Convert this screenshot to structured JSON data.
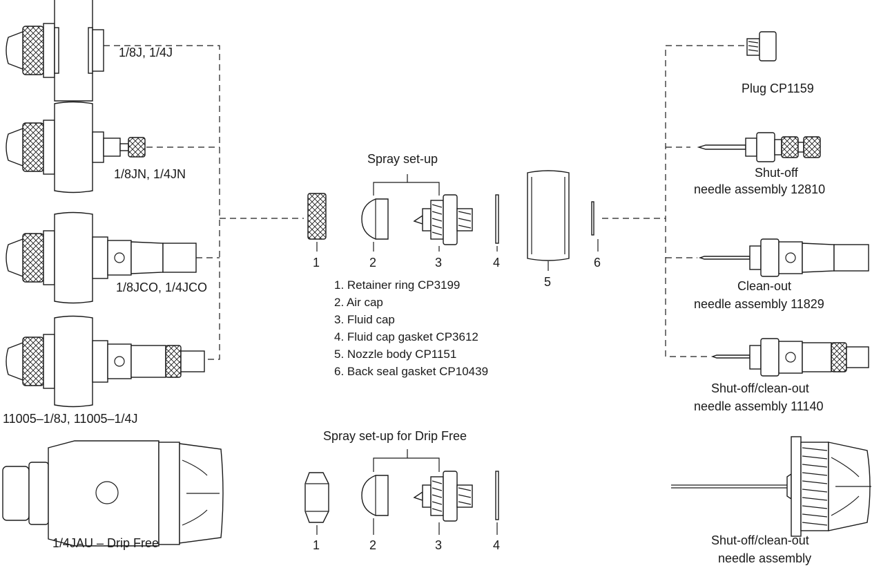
{
  "left_variants": [
    {
      "label": "1/8J, 1/4J"
    },
    {
      "label": "1/8JN, 1/4JN"
    },
    {
      "label": "1/8JCO, 1/4JCO"
    },
    {
      "label": "11005–1/8J, 11005–1/4J"
    },
    {
      "label": "1/4JAU – Drip Free"
    }
  ],
  "spray_setup": {
    "title": "Spray set-up",
    "part_numbers": [
      "1",
      "2",
      "3",
      "4",
      "5",
      "6"
    ]
  },
  "legend": [
    "1. Retainer ring CP3199",
    "2. Air cap",
    "3. Fluid cap",
    "4. Fluid cap gasket CP3612",
    "5. Nozzle body CP1151",
    "6. Back seal gasket CP10439"
  ],
  "drip_free_setup": {
    "title": "Spray set-up for Drip Free",
    "part_numbers": [
      "1",
      "2",
      "3",
      "4"
    ]
  },
  "right_parts": [
    {
      "line1": "Plug CP1159",
      "line2": ""
    },
    {
      "line1": "Shut-off",
      "line2": "needle assembly 12810"
    },
    {
      "line1": "Clean-out",
      "line2": "needle assembly 11829"
    },
    {
      "line1": "Shut-off/clean-out",
      "line2": "needle assembly 11140"
    },
    {
      "line1": "Shut-off/clean-out",
      "line2": "needle assembly"
    }
  ]
}
